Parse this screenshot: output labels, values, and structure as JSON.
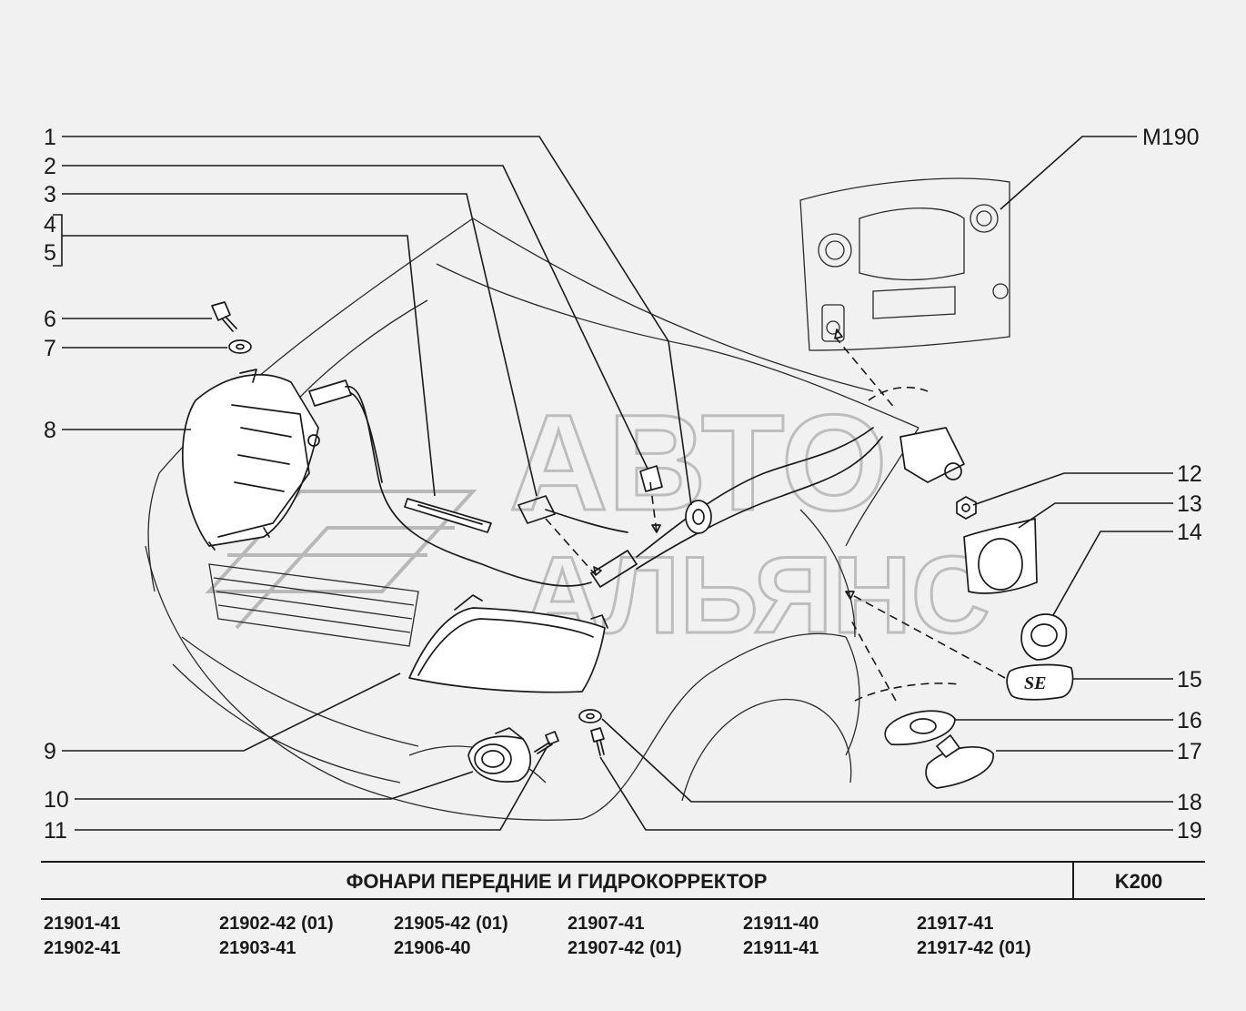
{
  "callouts": {
    "c1": "1",
    "c2": "2",
    "c3": "3",
    "c4": "4",
    "c5": "5",
    "c6": "6",
    "c7": "7",
    "c8": "8",
    "c9": "9",
    "c10": "10",
    "c11": "11",
    "c12": "12",
    "c13": "13",
    "c14": "14",
    "c15": "15",
    "c16": "16",
    "c17": "17",
    "c18": "18",
    "c19": "19",
    "m190": "M190"
  },
  "badge_text": "SE",
  "watermark": {
    "line1": "АВТО",
    "line2": "АЛЬЯНС"
  },
  "title_block": {
    "title": "ФОНАРИ  ПЕРЕДНИЕ  И  ГИДРОКОРРЕКТОР",
    "code": "K200"
  },
  "model_codes": [
    [
      "21901-41",
      "21902-41"
    ],
    [
      "21902-42 (01)",
      "21903-41"
    ],
    [
      "21905-42 (01)",
      "21906-40"
    ],
    [
      "21907-41",
      "21907-42 (01)"
    ],
    [
      "21911-40",
      "21911-41"
    ],
    [
      "21917-41",
      "21917-42 (01)"
    ]
  ]
}
